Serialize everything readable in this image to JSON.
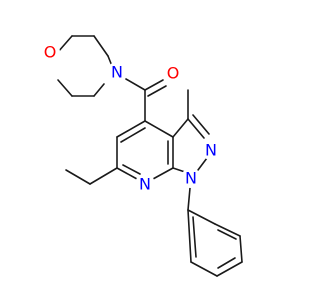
{
  "molecule": {
    "atoms": {
      "o_morpholine": "O",
      "n_morpholine": "N",
      "o_carbonyl": "O",
      "n_pyrazole_2": "N",
      "n_pyrazole_1": "N",
      "n_pyridine": "N"
    },
    "colors": {
      "bond": "#1a1a1a",
      "oxygen": "#ff0000",
      "nitrogen": "#0000ff",
      "background": "#ffffff"
    }
  }
}
